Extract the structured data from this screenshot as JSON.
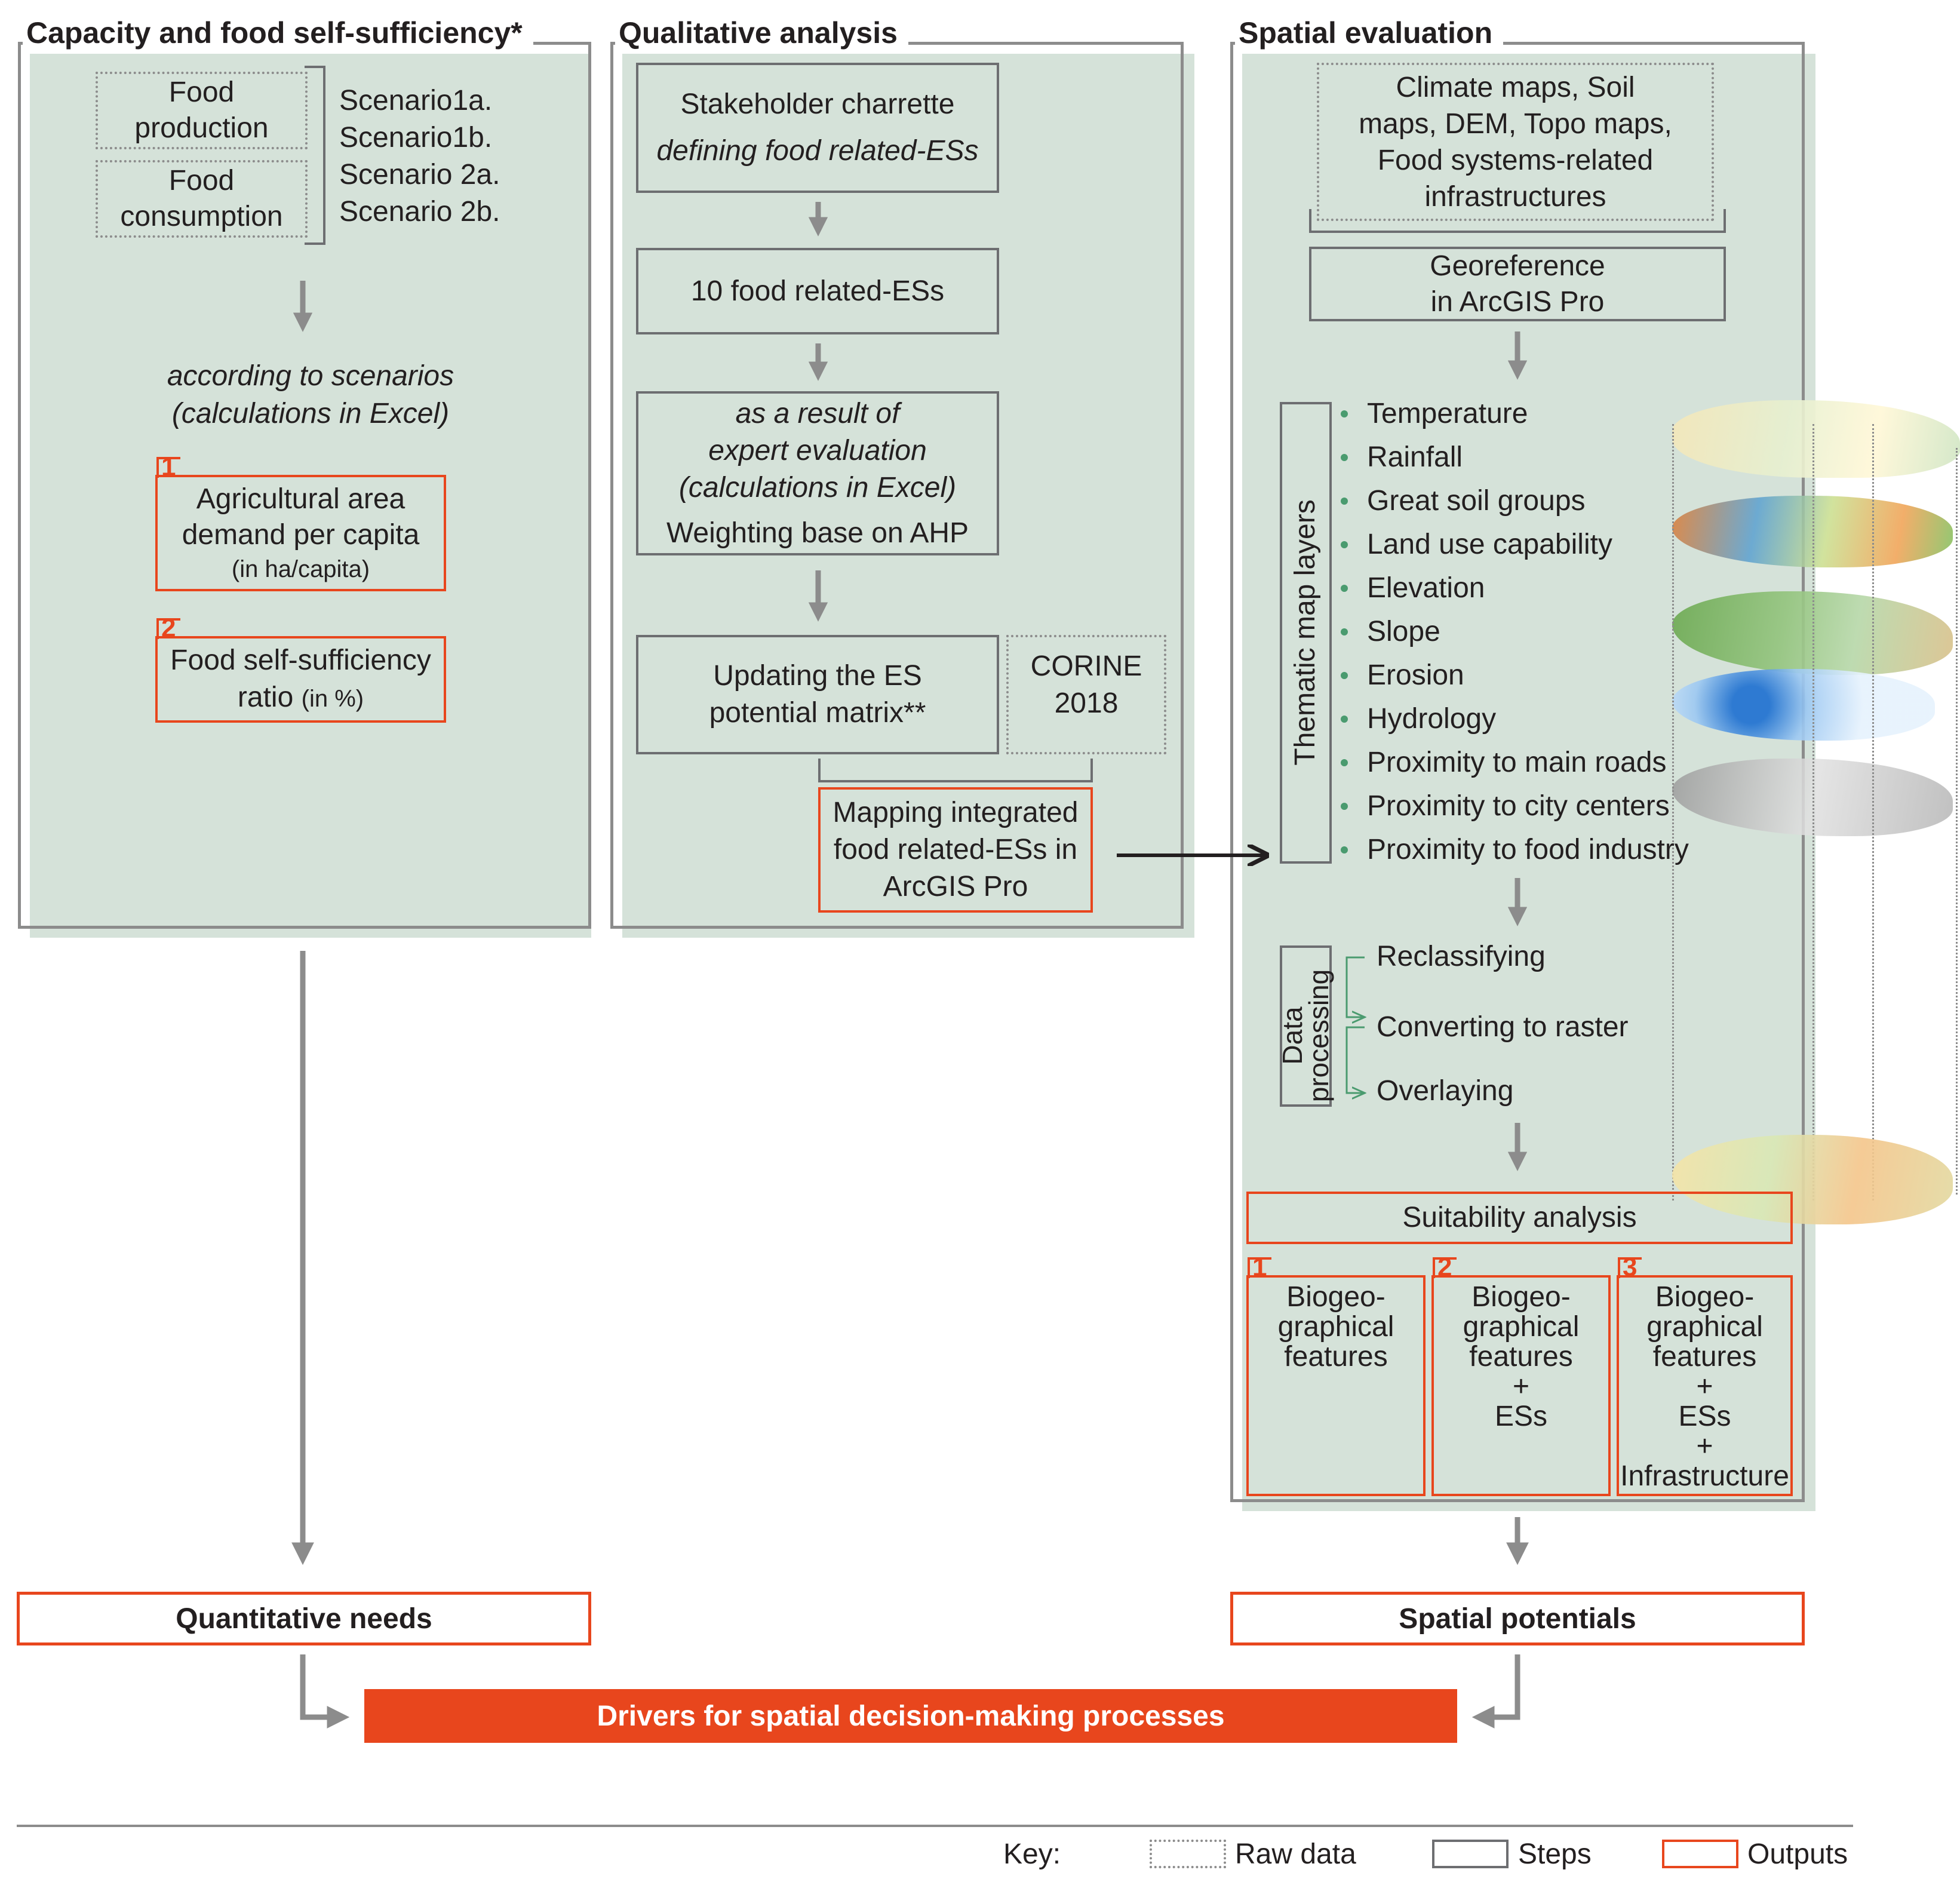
{
  "capacity": {
    "title": "Capacity and food self-sufficiency*",
    "raw_production": [
      "Food",
      "production"
    ],
    "raw_consumption": [
      "Food",
      "consumption"
    ],
    "scenarios": [
      "Scenario1a.",
      "Scenario1b.",
      "Scenario 2a.",
      "Scenario 2b."
    ],
    "according": [
      "according to scenarios",
      "(calculations in Excel)"
    ],
    "out1": {
      "num": "1",
      "lines": [
        "Agricultural area",
        "demand per capita"
      ],
      "small": "(in ha/capita)"
    },
    "out2": {
      "num": "2",
      "line1": "Food self-sufficiency",
      "line2_main": "ratio",
      "line2_small": "(in %)"
    }
  },
  "qualitative": {
    "title": "Qualitative analysis",
    "stakeholder": [
      "Stakeholder charrette",
      "defining food related-ESs"
    ],
    "ten_es": "10 food related-ESs",
    "expert": [
      "as a result of",
      "expert evaluation",
      "(calculations in Excel)",
      "Weighting base on AHP"
    ],
    "updating": [
      "Updating the ES",
      "potential matrix**"
    ],
    "corine": [
      "CORINE",
      "2018"
    ],
    "mapping": [
      "Mapping integrated",
      "food related-ESs in",
      "ArcGIS Pro"
    ]
  },
  "spatial": {
    "title": "Spatial evaluation",
    "raw_maps": [
      "Climate maps, Soil",
      "maps, DEM, Topo maps,",
      "Food systems-related",
      "infrastructures"
    ],
    "georeference": [
      "Georeference",
      "in ArcGIS Pro"
    ],
    "thematic_label": "Thematic map layers",
    "layers": [
      "Temperature",
      "Rainfall",
      "Great soil groups",
      "Land use capability",
      "Elevation",
      "Slope",
      "Erosion",
      "Hydrology",
      "Proximity to main roads",
      "Proximity to city centers",
      "Proximity to food industry"
    ],
    "data_processing_label": [
      "Data",
      "processing"
    ],
    "processing": [
      "Reclassifying",
      "Converting to raster",
      "Overlaying"
    ],
    "suitability": "Suitability analysis",
    "out1": {
      "num": "1",
      "lines": [
        "Biogeo-",
        "graphical",
        "features"
      ]
    },
    "out2": {
      "num": "2",
      "lines": [
        "Biogeo-",
        "graphical",
        "features",
        "+",
        "ESs"
      ]
    },
    "out3": {
      "num": "3",
      "lines": [
        "Biogeo-",
        "graphical",
        "features",
        "+",
        "ESs",
        "+",
        "Infrastructure"
      ]
    }
  },
  "results": {
    "quantitative": "Quantitative needs",
    "spatial_potentials": "Spatial potentials",
    "drivers": "Drivers for spatial decision-making processes"
  },
  "key": {
    "label": "Key:",
    "raw": "Raw data",
    "steps": "Steps",
    "outputs": "Outputs"
  },
  "colors": {
    "panel_fill": "#d5e2d9",
    "frame": "#8c8c8c",
    "output_orange": "#e8461d",
    "arrow_gray": "#8c8c8c",
    "bullet_green": "#4a9b6f"
  }
}
